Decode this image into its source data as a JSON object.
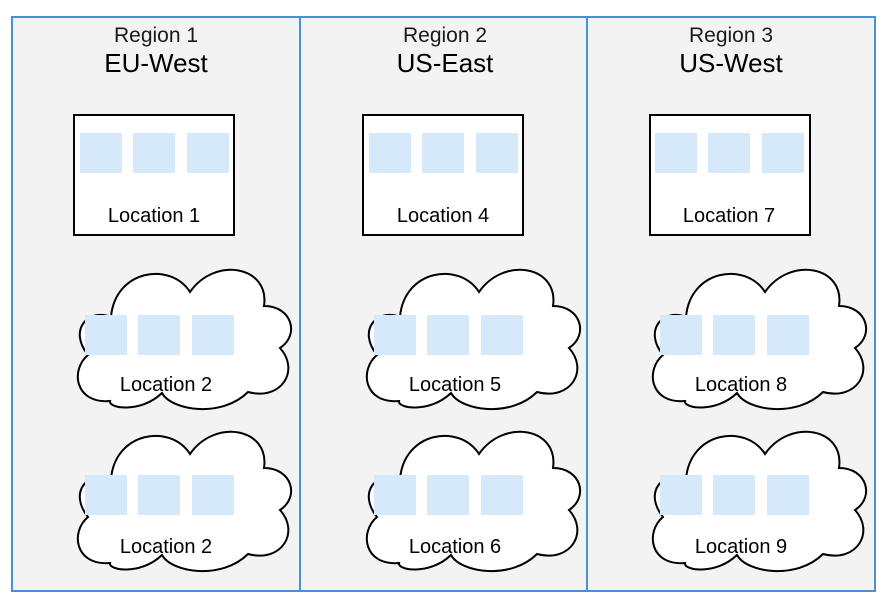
{
  "colors": {
    "region_fill": "#f3f3f3",
    "region_border": "#4a90d9",
    "server_block": "#d6e9fa",
    "shape_fill": "#ffffff",
    "shape_stroke": "#000000"
  },
  "regions": [
    {
      "label": "Region 1",
      "name": "EU-West",
      "locations": [
        {
          "label": "Location 1",
          "shape": "box"
        },
        {
          "label": "Location 2",
          "shape": "cloud"
        },
        {
          "label": "Location 2",
          "shape": "cloud"
        }
      ]
    },
    {
      "label": "Region 2",
      "name": "US-East",
      "locations": [
        {
          "label": "Location 4",
          "shape": "box"
        },
        {
          "label": "Location 5",
          "shape": "cloud"
        },
        {
          "label": "Location 6",
          "shape": "cloud"
        }
      ]
    },
    {
      "label": "Region 3",
      "name": "US-West",
      "locations": [
        {
          "label": "Location 7",
          "shape": "box"
        },
        {
          "label": "Location 8",
          "shape": "cloud"
        },
        {
          "label": "Location 9",
          "shape": "cloud"
        }
      ]
    }
  ]
}
